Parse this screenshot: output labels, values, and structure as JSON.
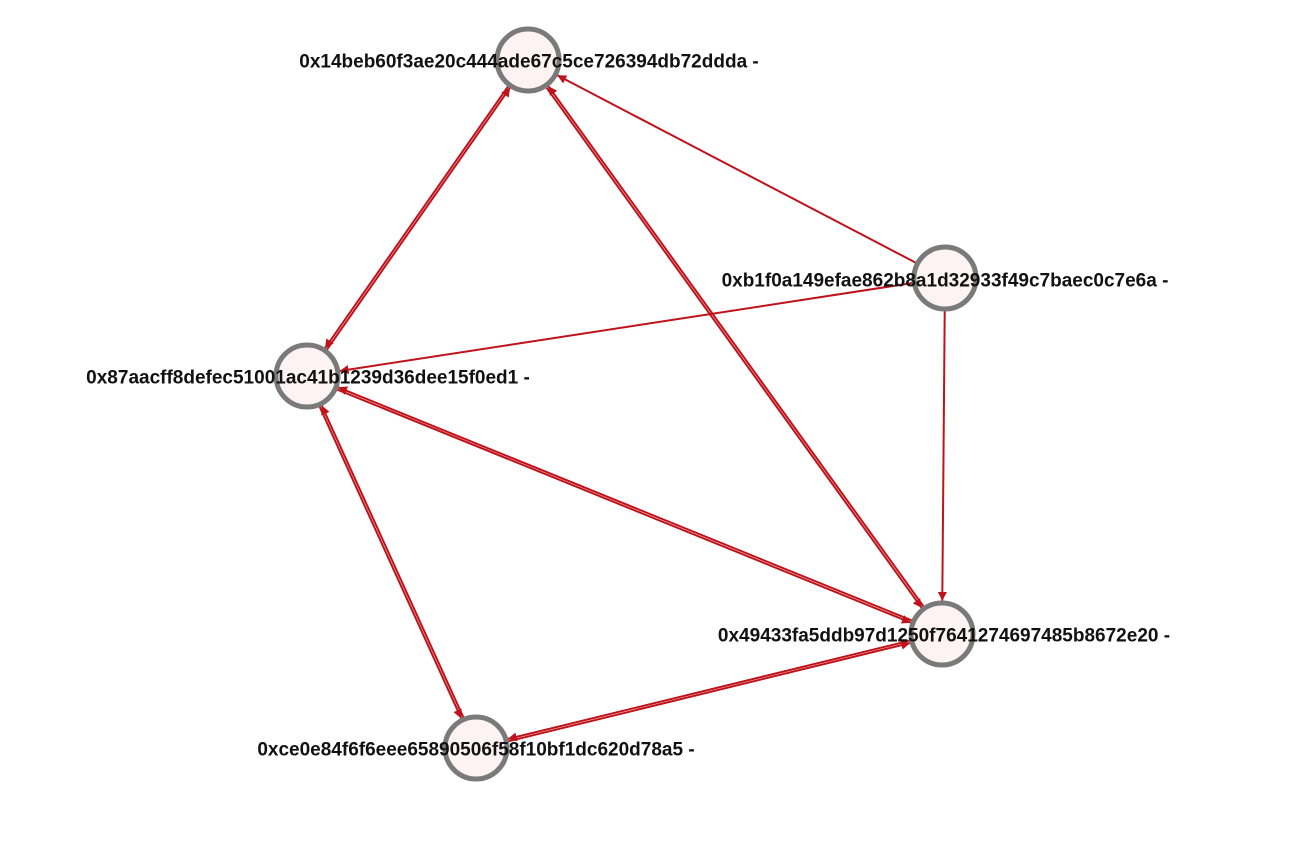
{
  "colors": {
    "edge": "#c0121a",
    "node_fill": "#fdf3f3",
    "node_stroke": "#7a7a7a",
    "label": "#111111"
  },
  "nodes": [
    {
      "id": "n1",
      "label": "0x14beb60f3ae20c444ade67c5ce726394db72ddda -"
    },
    {
      "id": "n2",
      "label": "0xb1f0a149efae862b8a1d32933f49c7baec0c7e6a -"
    },
    {
      "id": "n3",
      "label": "0x87aacff8defec51001ac41b1239d36dee15f0ed1 -"
    },
    {
      "id": "n4",
      "label": "0x49433fa5ddb97d1250f7641274697485b8672e20 -"
    },
    {
      "id": "n5",
      "label": "0xce0e84f6f6eee65890506f58f10bf1dc620d78a5 -"
    }
  ],
  "edges": [
    {
      "from": "n2",
      "to": "n1"
    },
    {
      "from": "n2",
      "to": "n3"
    },
    {
      "from": "n2",
      "to": "n4"
    },
    {
      "from": "n1",
      "to": "n3"
    },
    {
      "from": "n3",
      "to": "n1"
    },
    {
      "from": "n1",
      "to": "n4"
    },
    {
      "from": "n4",
      "to": "n1"
    },
    {
      "from": "n3",
      "to": "n4"
    },
    {
      "from": "n4",
      "to": "n3"
    },
    {
      "from": "n3",
      "to": "n5"
    },
    {
      "from": "n5",
      "to": "n3"
    },
    {
      "from": "n4",
      "to": "n5"
    },
    {
      "from": "n5",
      "to": "n4"
    }
  ]
}
